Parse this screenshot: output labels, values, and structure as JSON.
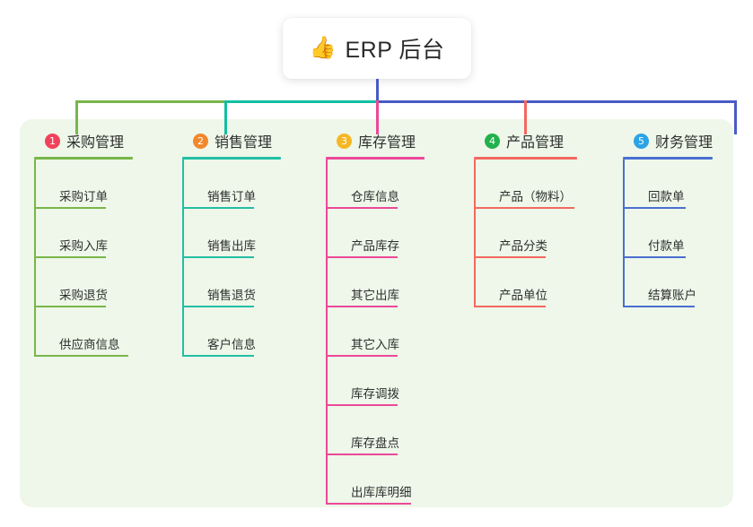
{
  "diagram": {
    "root": {
      "icon": "thumbs-up-icon",
      "icon_glyph": "👍",
      "label": "ERP 后台"
    },
    "palette": {
      "panel_bg": "#eef7e9",
      "page_bg": "#ffffff",
      "text": "#2f2f2f",
      "stem": "#4a5ac4",
      "bus_left": "#6fb githu"
    },
    "columns": [
      {
        "number": "1",
        "title": "采购管理",
        "badge_color": "#f2425b",
        "line_color": "#79b64a",
        "branch_color": "#79b64a",
        "items": [
          {
            "label": "采购订单",
            "rule_width": 80
          },
          {
            "label": "采购入库",
            "rule_width": 80
          },
          {
            "label": "采购退货",
            "rule_width": 80
          },
          {
            "label": "供应商信息",
            "rule_width": 105
          }
        ]
      },
      {
        "number": "2",
        "title": "销售管理",
        "badge_color": "#f2882b",
        "line_color": "#23bfa5",
        "branch_color": "#12bfa2",
        "items": [
          {
            "label": "销售订单",
            "rule_width": 80
          },
          {
            "label": "销售出库",
            "rule_width": 80
          },
          {
            "label": "销售退货",
            "rule_width": 80
          },
          {
            "label": "客户信息",
            "rule_width": 80
          }
        ]
      },
      {
        "number": "3",
        "title": "库存管理",
        "badge_color": "#f6b724",
        "line_color": "#ec4899",
        "branch_color": "#ec4899",
        "items": [
          {
            "label": "仓库信息",
            "rule_width": 80
          },
          {
            "label": "产品库存",
            "rule_width": 80
          },
          {
            "label": "其它出库",
            "rule_width": 80
          },
          {
            "label": "其它入库",
            "rule_width": 80
          },
          {
            "label": "库存调拨",
            "rule_width": 80
          },
          {
            "label": "库存盘点",
            "rule_width": 80
          },
          {
            "label": "出库库明细",
            "rule_width": 95
          }
        ]
      },
      {
        "number": "4",
        "title": "产品管理",
        "badge_color": "#22b14c",
        "line_color": "#f4685f",
        "branch_color": "#f4685f",
        "items": [
          {
            "label": "产品（物料）",
            "rule_width": 112
          },
          {
            "label": "产品分类",
            "rule_width": 80
          },
          {
            "label": "产品单位",
            "rule_width": 80
          }
        ]
      },
      {
        "number": "5",
        "title": "财务管理",
        "badge_color": "#2aa3e8",
        "line_color": "#4a6fd1",
        "branch_color": "#4a5ac4",
        "items": [
          {
            "label": "回款单",
            "rule_width": 70
          },
          {
            "label": "付款单",
            "rule_width": 70
          },
          {
            "label": "结算账户",
            "rule_width": 80
          }
        ]
      }
    ]
  }
}
